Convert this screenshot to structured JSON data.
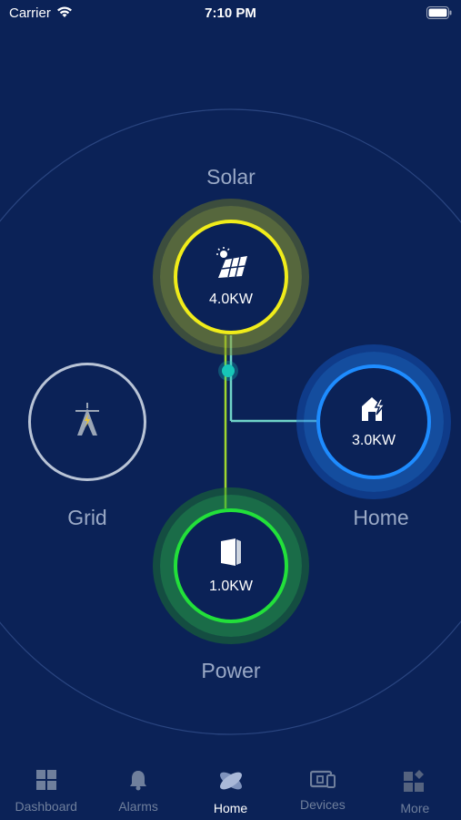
{
  "status_bar": {
    "carrier": "Carrier",
    "time": "7:10 PM"
  },
  "flow": {
    "solar": {
      "label": "Solar",
      "value": "4.0KW",
      "icon": "solar-panel-icon",
      "color": "#f0ec1a"
    },
    "grid": {
      "label": "Grid",
      "icon": "power-tower-icon",
      "color": "#b9c4d6"
    },
    "home": {
      "label": "Home",
      "value": "3.0KW",
      "icon": "house-icon",
      "color": "#1e8cff"
    },
    "power": {
      "label": "Power",
      "value": "1.0KW",
      "icon": "inverter-icon",
      "color": "#22e03a"
    }
  },
  "tabs": [
    {
      "label": "Dashboard",
      "icon": "dashboard-icon",
      "active": false
    },
    {
      "label": "Alarms",
      "icon": "bell-icon",
      "active": false
    },
    {
      "label": "Home",
      "icon": "home-logo-icon",
      "active": true
    },
    {
      "label": "Devices",
      "icon": "devices-icon",
      "active": false
    },
    {
      "label": "More",
      "icon": "more-icon",
      "active": false
    }
  ]
}
